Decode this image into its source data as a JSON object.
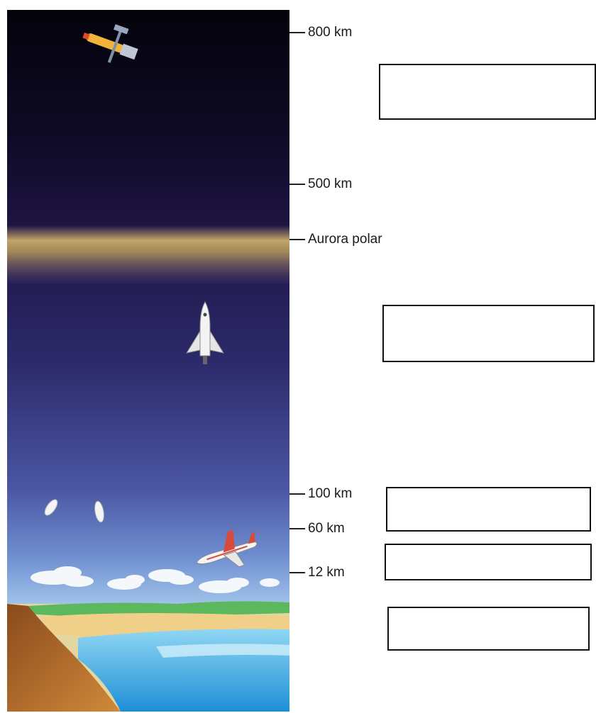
{
  "altitude_labels": {
    "km800": "800 km",
    "km500": "500 km",
    "aurora": "Aurora polar",
    "km100": "100 km",
    "km60": "60 km",
    "km12": "12 km"
  },
  "answer_boxes": [
    "",
    "",
    "",
    "",
    ""
  ],
  "colors": {
    "space_top": "#05040f",
    "space_mid": "#1f1546",
    "sky_mid": "#3b3f8a",
    "sky_low": "#6f8fd0",
    "horizon": "#c9e4f3",
    "aurora": "#c9ac6a",
    "ground": "#b8742e",
    "water": "#2aa3e0",
    "grass": "#5cb85c"
  },
  "icons": [
    "satellite-icon",
    "space-shuttle-icon",
    "weather-balloon-icon",
    "airplane-icon",
    "cloud-icon"
  ]
}
